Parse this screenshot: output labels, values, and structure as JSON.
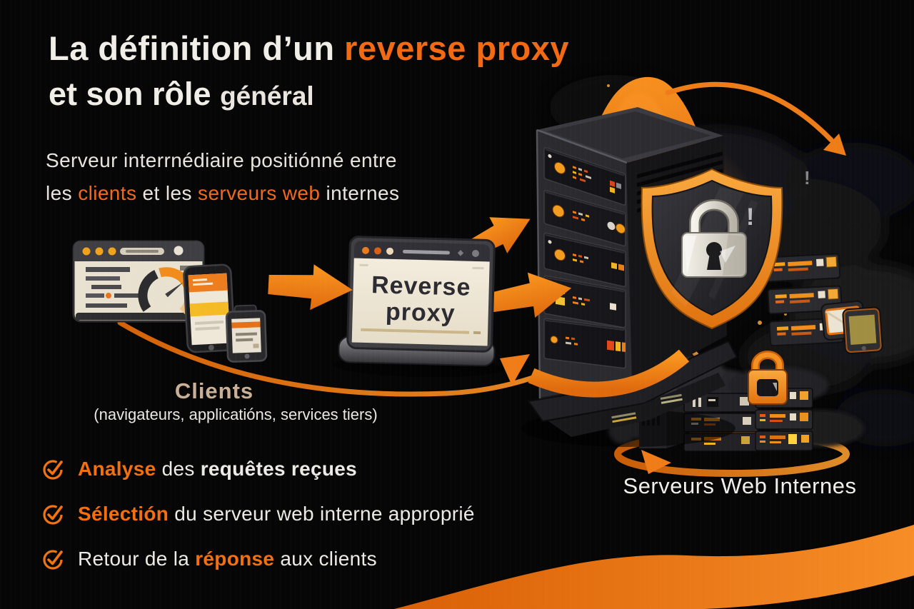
{
  "colors": {
    "background": "#060606",
    "accent_orange": "#f2771a",
    "deep_orange": "#d95f06",
    "cream_screen": "#ece4d4",
    "tan_label": "#c9b096",
    "text_white": "#eceae4"
  },
  "header": {
    "title_line1_white": "La définition d’un ",
    "title_line1_accent": "reverse proxy",
    "title_line2_white": "et son rôle ",
    "title_line2_small": "général",
    "subtitle_line1": "Serveur interrnédiaire positiónné entre",
    "subtitle_line2_seg1": "les ",
    "subtitle_line2_seg2": "clients",
    "subtitle_line2_seg3": " et les ",
    "subtitle_line2_seg4": "serveurs web",
    "subtitle_line2_seg5": " internes"
  },
  "diagram": {
    "proxy_line1": "Reverse",
    "proxy_line2": "proxy",
    "clients_title": "Clients",
    "clients_subtitle": "(navigateurs, applicatións, services tiers)",
    "servers_label": "Serveurs Web Internes",
    "alert_mark": "!"
  },
  "checklist": {
    "items": [
      {
        "accent": "Analyse",
        "mid": " des ",
        "bold": "requêtes reçues"
      },
      {
        "accent": "Sélectión",
        "rest": " du serveur web interne approprié"
      },
      {
        "lead": "Retour de la ",
        "accent": "réponse",
        "rest": " aux clients"
      }
    ]
  }
}
